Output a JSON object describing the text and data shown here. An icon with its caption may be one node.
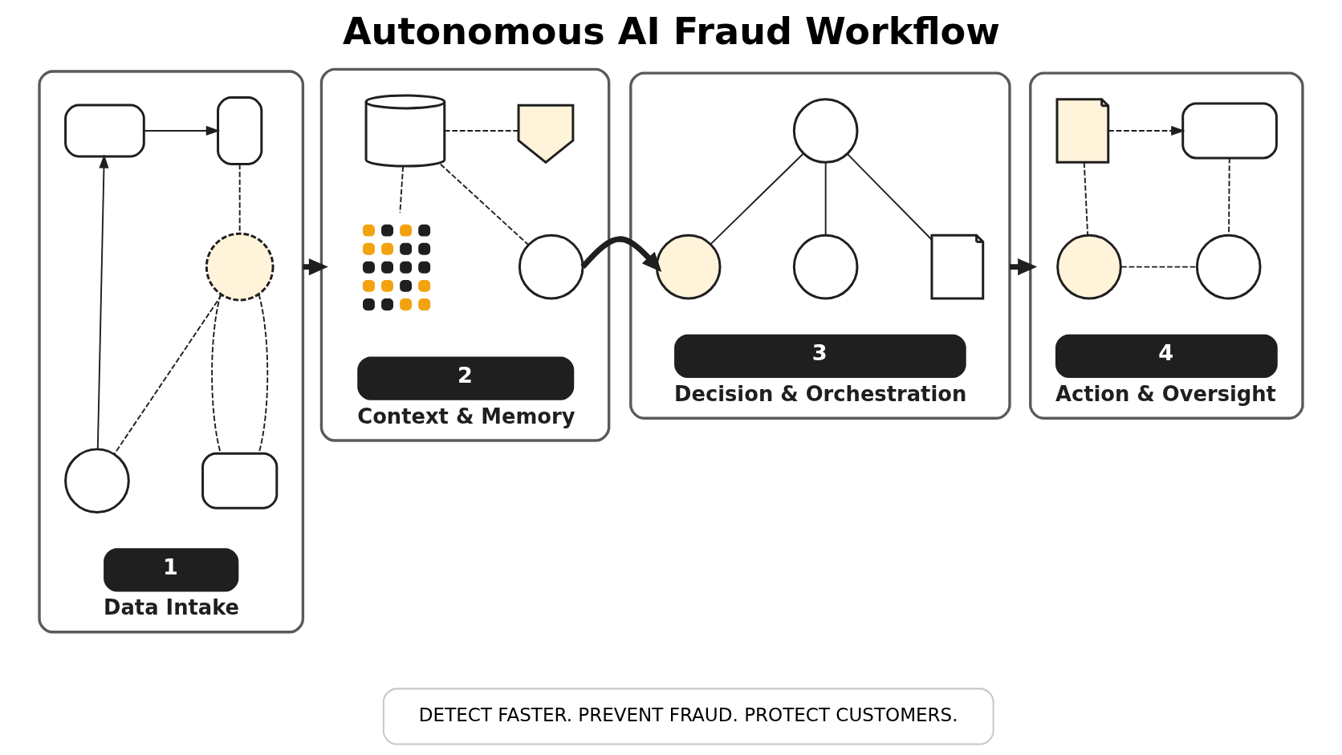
{
  "diagram": {
    "title": "Autonomous AI Fraud Workflow",
    "nodes": [
      {
        "text": [
          "1",
          "Data Intake"
        ]
      },
      {
        "text": [],
        "shape": "box",
        "in": 0
      },
      {
        "text": [],
        "shape": "box",
        "in": 0
      },
      {
        "text": [],
        "shape": "circle",
        "in": 0
      },
      {
        "text": [],
        "shape": "circle",
        "in": 0
      },
      {
        "text": [],
        "shape": "box",
        "in": 0
      },
      {
        "text": [
          "2",
          "Context & Memory"
        ]
      },
      {
        "text": [],
        "shape": "cylinder",
        "in": 6
      },
      {
        "text": [],
        "shape": "shield",
        "in": 6
      },
      {
        "text": [],
        "shape": "grid",
        "in": 6
      },
      {
        "text": [],
        "shape": "circle",
        "in": 6
      },
      {
        "text": [
          "3",
          "Decision & Orchestration"
        ]
      },
      {
        "text": [],
        "shape": "circle",
        "in": 11
      },
      {
        "text": [],
        "shape": "circle",
        "in": 11
      },
      {
        "text": [],
        "shape": "circle",
        "in": 11
      },
      {
        "text": [],
        "shape": "document",
        "in": 11
      },
      {
        "text": [
          "4",
          "Action & Oversight"
        ]
      },
      {
        "text": [],
        "shape": "document",
        "in": 16
      },
      {
        "text": [],
        "shape": "box",
        "in": 16
      },
      {
        "text": [],
        "shape": "circle",
        "in": 16
      },
      {
        "text": [],
        "shape": "circle",
        "in": 16
      },
      {
        "text": [
          "DETECT FASTER. PREVENT FRAUD. PROTECT CUSTOMERS."
        ]
      }
    ],
    "edges": [
      {
        "from": 1,
        "to": 2,
        "arrow": "to"
      },
      {
        "from": 4,
        "to": 1,
        "arrow": "to"
      },
      {
        "from": 2,
        "to": 3,
        "arrow": "none",
        "style": "dashed"
      },
      {
        "from": 3,
        "to": 5,
        "arrow": "none",
        "style": "dashed"
      },
      {
        "from": 3,
        "to": 4,
        "arrow": "none",
        "style": "dashed"
      },
      {
        "from": 3,
        "to": 5,
        "arrow": "none",
        "style": "dashed"
      },
      {
        "from": 7,
        "to": 8,
        "arrow": "none",
        "style": "dashed"
      },
      {
        "from": 7,
        "to": 9,
        "arrow": "none",
        "style": "dashed"
      },
      {
        "from": 7,
        "to": 10,
        "arrow": "none",
        "style": "dashed"
      },
      {
        "from": 12,
        "to": 13,
        "arrow": "none"
      },
      {
        "from": 12,
        "to": 14,
        "arrow": "none"
      },
      {
        "from": 12,
        "to": 15,
        "arrow": "none"
      },
      {
        "from": 17,
        "to": 18,
        "arrow": "to",
        "style": "dashed"
      },
      {
        "from": 17,
        "to": 19,
        "arrow": "none",
        "style": "dashed"
      },
      {
        "from": 18,
        "to": 20,
        "arrow": "none",
        "style": "dashed"
      },
      {
        "from": 19,
        "to": 20,
        "arrow": "none",
        "style": "dashed"
      },
      {
        "from": 0,
        "to": 6,
        "arrow": "to",
        "style": "thick"
      },
      {
        "from": 6,
        "to": 11,
        "arrow": "to",
        "style": "thick"
      },
      {
        "from": 11,
        "to": 16,
        "arrow": "to",
        "style": "thick"
      }
    ]
  }
}
